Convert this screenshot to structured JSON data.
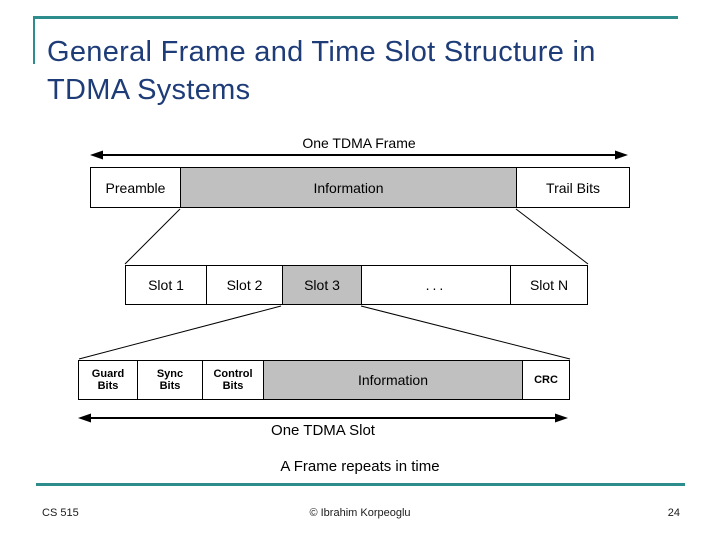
{
  "slide": {
    "title": "General Frame and Time Slot Structure in TDMA Systems",
    "colors": {
      "title_text": "#1E3C78",
      "accent_line": "#2D8C8C",
      "box_gray": "#C0C0C0"
    }
  },
  "diagram": {
    "frame_arrow_label": "One TDMA Frame",
    "frame_row": [
      {
        "label": "Preamble",
        "gray": false
      },
      {
        "label": "Information",
        "gray": true
      },
      {
        "label": "Trail Bits",
        "gray": false
      }
    ],
    "slot_row": [
      {
        "label": "Slot 1",
        "gray": false
      },
      {
        "label": "Slot 2",
        "gray": false
      },
      {
        "label": "Slot 3",
        "gray": true
      },
      {
        "label": "...",
        "gray": false
      },
      {
        "label": "Slot N",
        "gray": false
      }
    ],
    "detail_row": [
      {
        "line1": "Guard",
        "line2": "Bits",
        "gray": false
      },
      {
        "line1": "Sync",
        "line2": "Bits",
        "gray": false
      },
      {
        "line1": "Control",
        "line2": "Bits",
        "gray": false
      },
      {
        "line1": "Information",
        "line2": "",
        "gray": true
      },
      {
        "line1": "CRC",
        "line2": "",
        "gray": false
      }
    ],
    "slot_arrow_label": "One TDMA Slot",
    "caption": "A Frame repeats in time"
  },
  "footer": {
    "course": "CS 515",
    "credit": "© Ibrahim Korpeoglu",
    "page": "24"
  }
}
